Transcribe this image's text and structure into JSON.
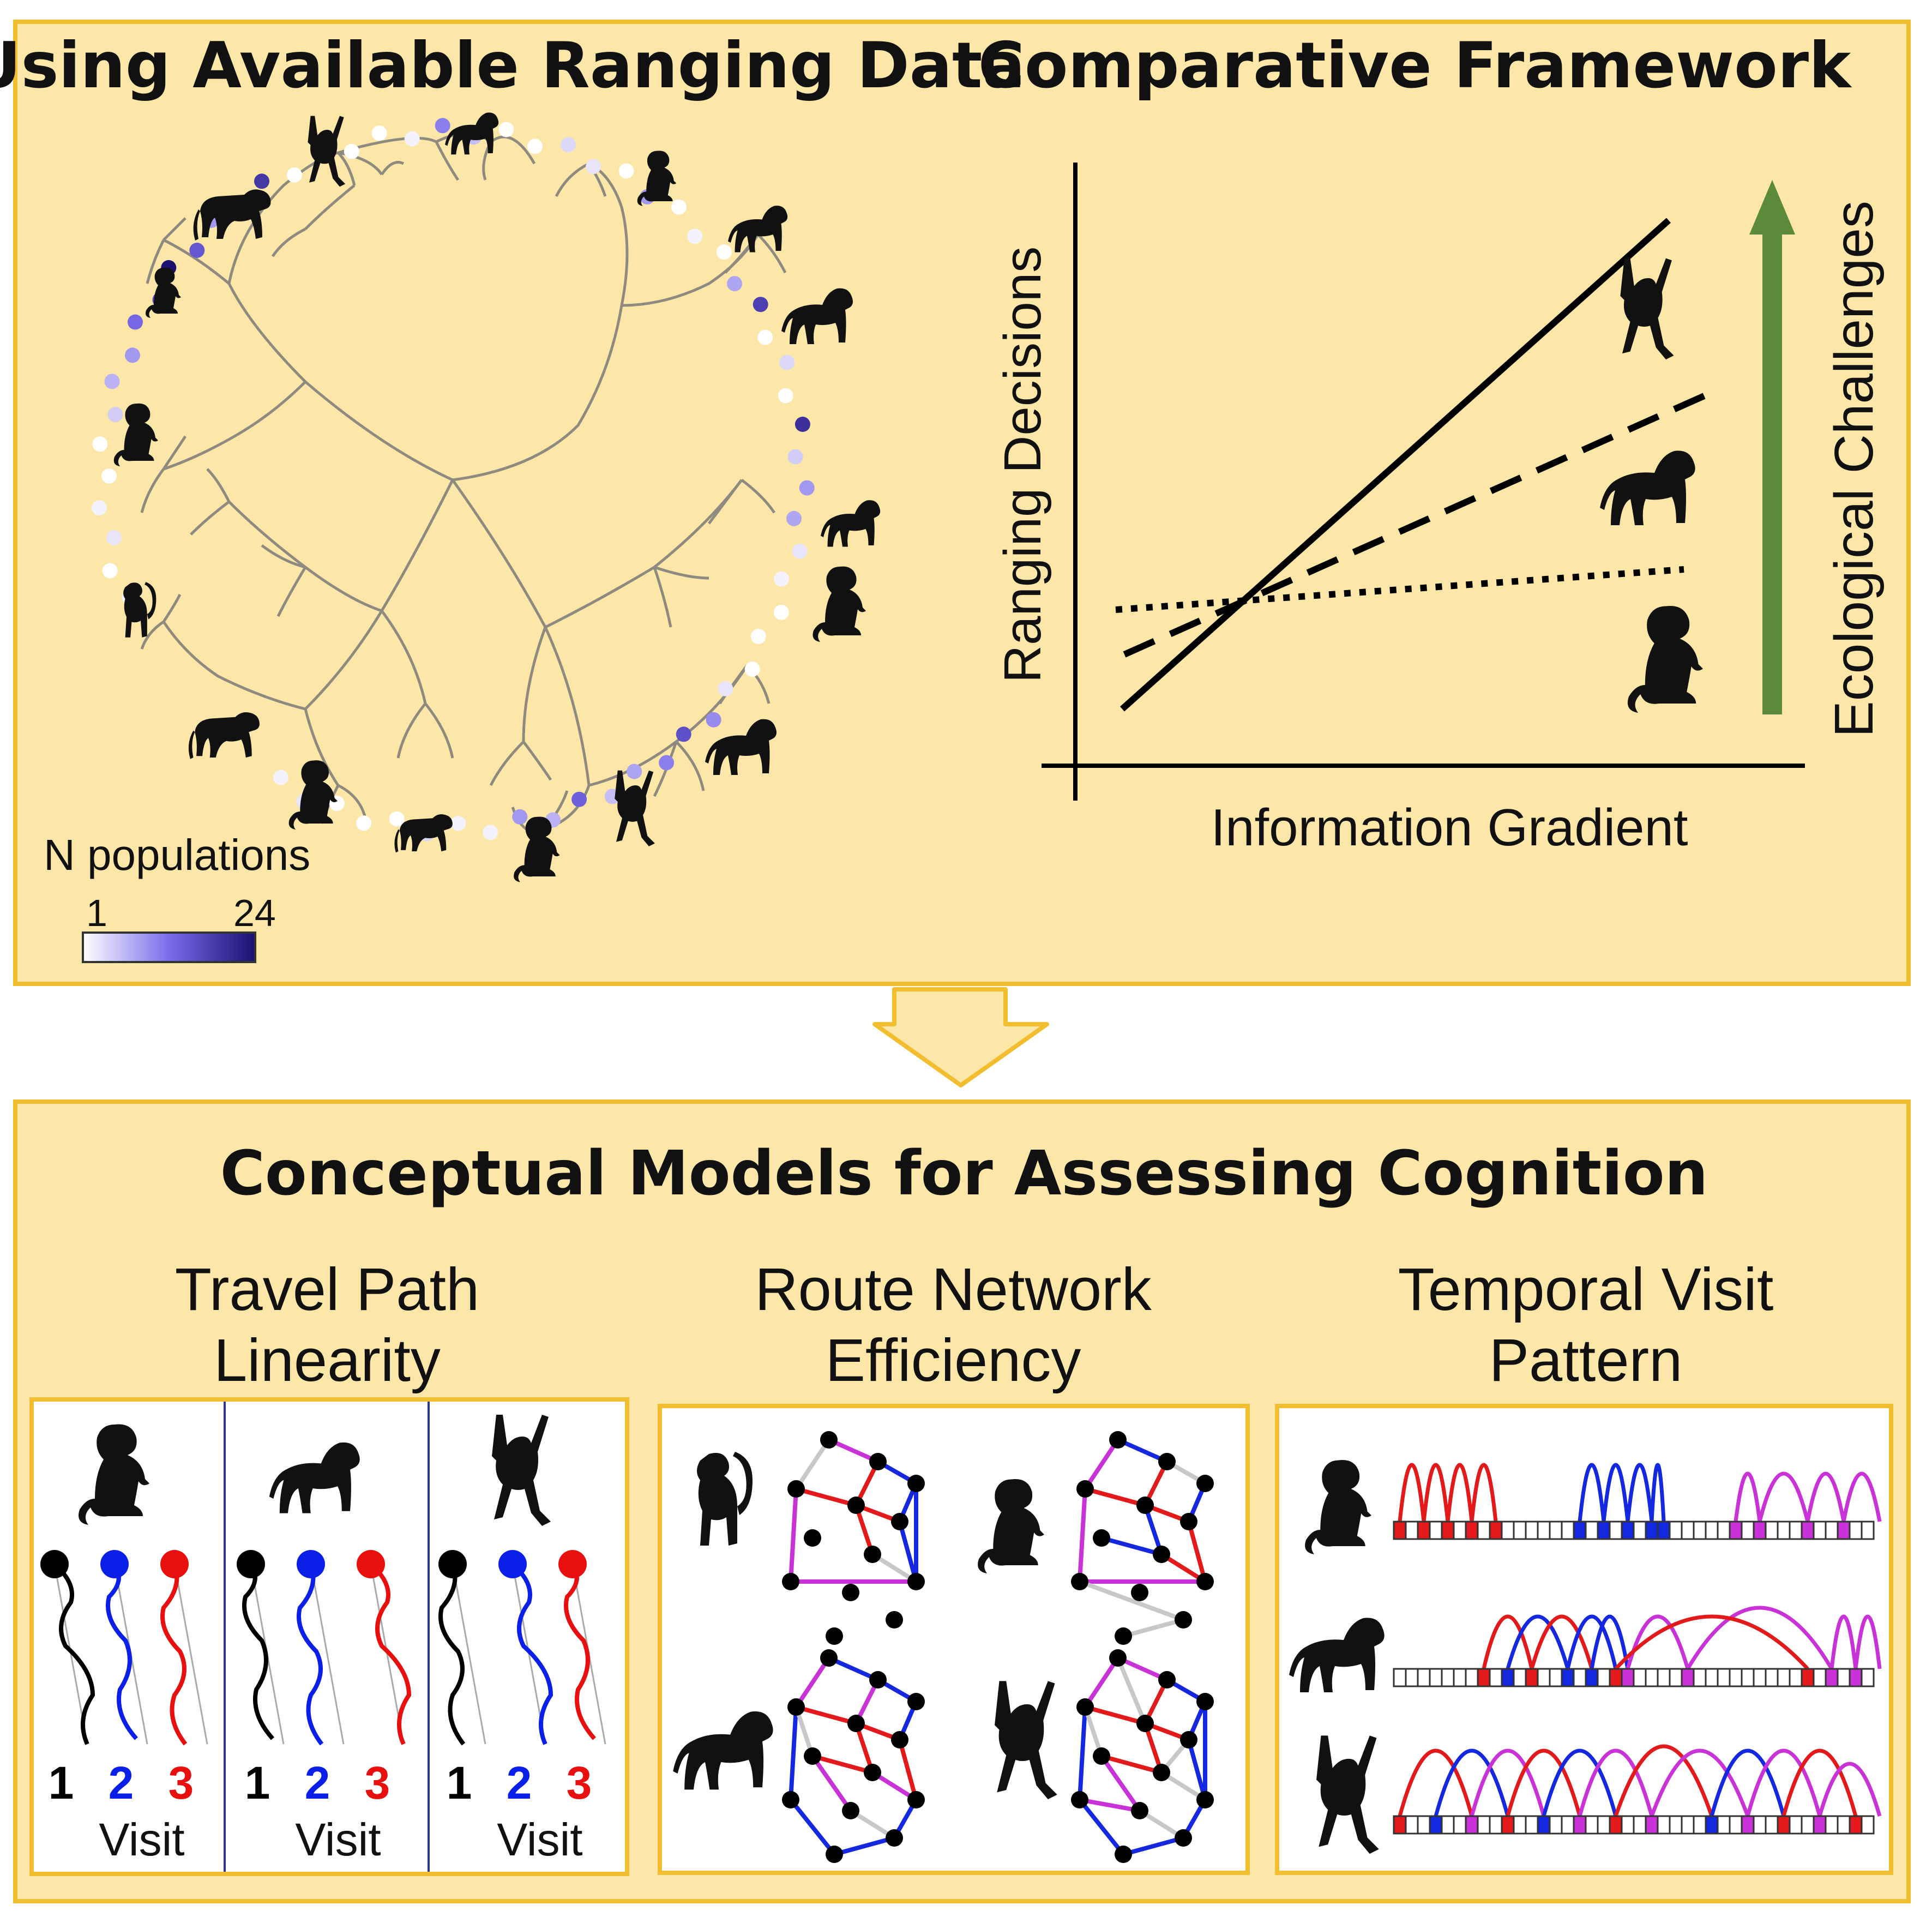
{
  "colors": {
    "panel_fill": "#fce7a8",
    "panel_border": "#f2be30",
    "arrow_green": "#5a8a3a",
    "tree_branch": "#8f8a80",
    "visit_1": "#000000",
    "visit_2": "#0a1fe8",
    "visit_3": "#e8100f",
    "route_red": "#e31a1c",
    "route_blue": "#1428e0",
    "route_magenta": "#c832d6",
    "route_gray": "#c8c8c8",
    "legend_low": "#ffffff",
    "legend_high": "#1c1070"
  },
  "top_left": {
    "title": "Using Available Ranging Data",
    "legend": {
      "label": "N populations",
      "min_label": "1",
      "max_label": "24"
    },
    "tip_population_counts": [
      2,
      1,
      3,
      2,
      1,
      1,
      5,
      7,
      9,
      13,
      17,
      24,
      15,
      9,
      11,
      19,
      1,
      1,
      1,
      1,
      2,
      11,
      6,
      1,
      1,
      4,
      3,
      1,
      9,
      1,
      2,
      1,
      8,
      18,
      1,
      4,
      1,
      20,
      5,
      9,
      8,
      3,
      2,
      1,
      1,
      1,
      3,
      10,
      16,
      11,
      8,
      6,
      14,
      7,
      9,
      2,
      2,
      4,
      1,
      1,
      1,
      3,
      2
    ]
  },
  "top_right": {
    "title": "Comparative Framework",
    "y_axis_label": "Ranging Decisions",
    "x_axis_label": "Information Gradient",
    "side_arrow_label": "Ecological Challenges"
  },
  "bottom": {
    "title": "Conceptual Models for Assessing Cognition",
    "sections": [
      {
        "title_line1": "Travel Path",
        "title_line2": "Linearity"
      },
      {
        "title_line1": "Route Network",
        "title_line2": "Efficiency"
      },
      {
        "title_line1": "Temporal Visit",
        "title_line2": "Pattern"
      }
    ],
    "visit_numbers": [
      "1",
      "2",
      "3"
    ],
    "visit_label": "Visit"
  },
  "icons": [
    "silhouette-lemur-icon",
    "silhouette-macaque-icon",
    "silhouette-baboon-icon",
    "silhouette-spider-monkey-icon",
    "silhouette-capuchin-icon",
    "silhouette-gorilla-icon",
    "silhouette-tarsier-icon",
    "silhouette-loris-icon",
    "silhouette-langur-icon",
    "silhouette-colobus-icon",
    "silhouette-gibbon-icon",
    "silhouette-orangutan-icon",
    "silhouette-chimpanzee-icon",
    "silhouette-marmoset-icon",
    "silhouette-howler-icon",
    "silhouette-saki-icon"
  ]
}
